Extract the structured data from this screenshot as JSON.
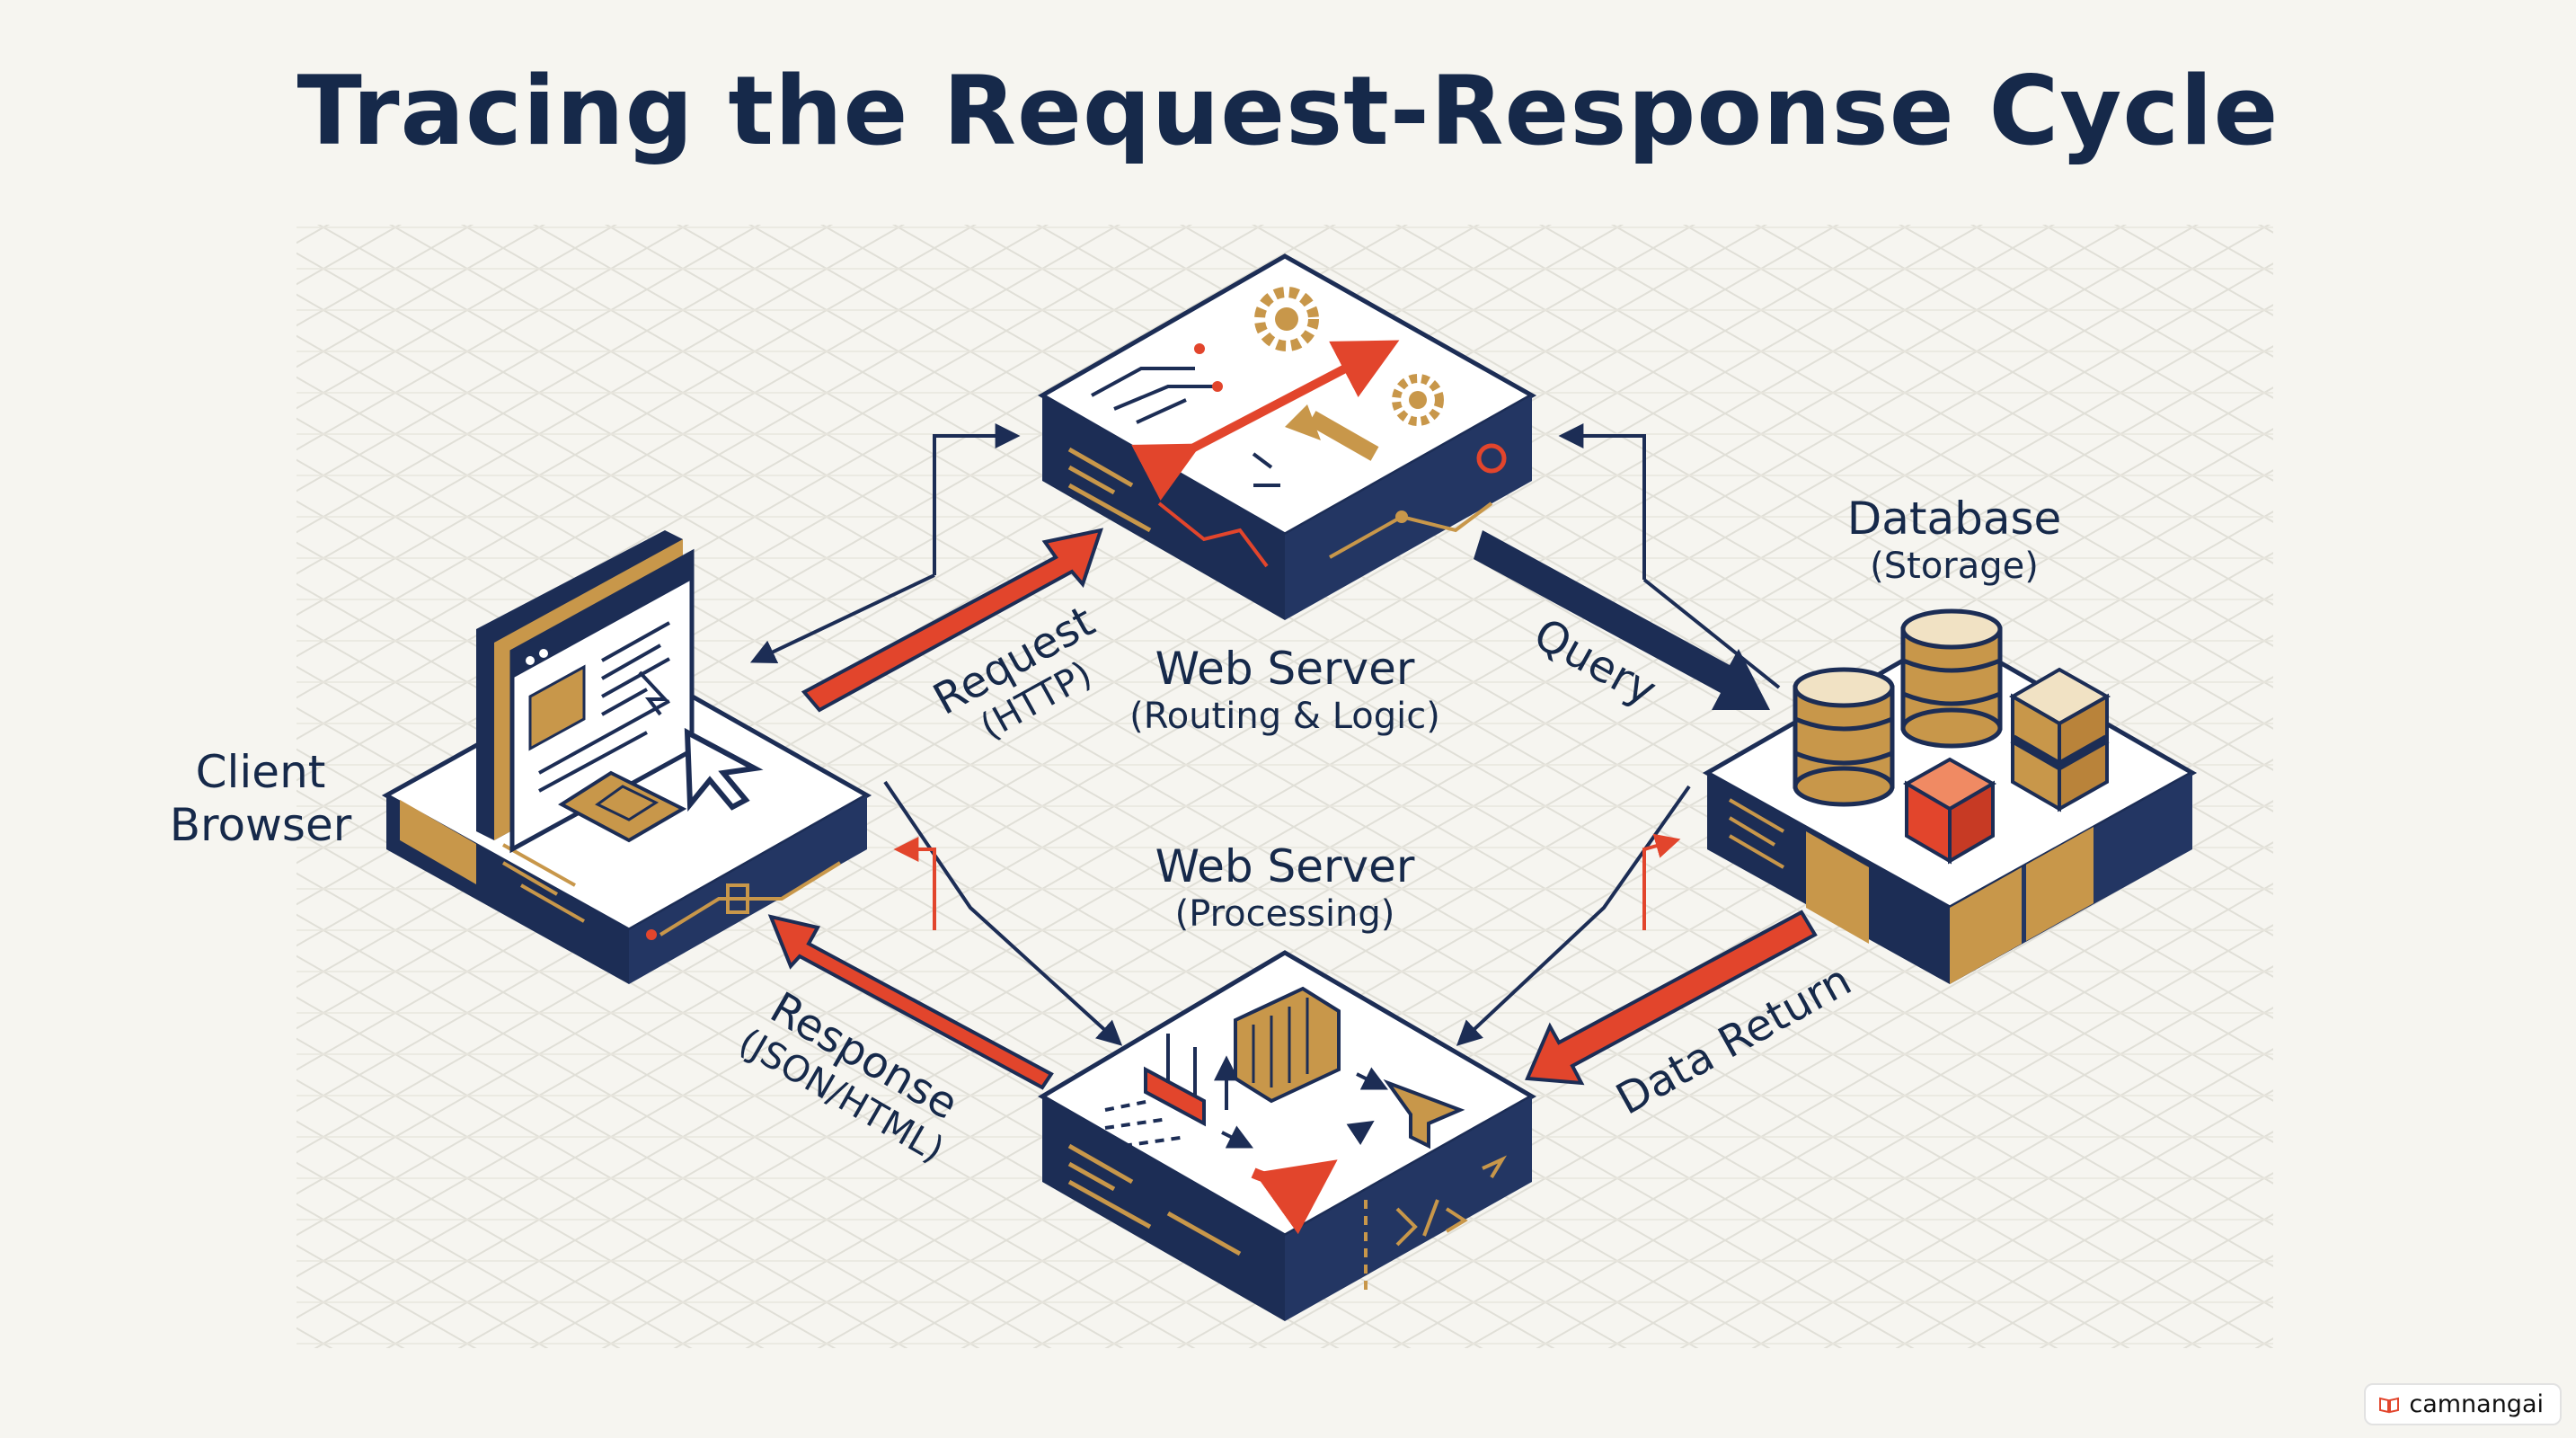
{
  "title": "Tracing the Request-Response Cycle",
  "nodes": {
    "client": {
      "line1": "Client",
      "line2": "Browser"
    },
    "web_server_top": {
      "name": "Web Server",
      "detail": "(Routing & Logic)"
    },
    "web_server_bottom": {
      "name": "Web Server",
      "detail": "(Processing)"
    },
    "database": {
      "name": "Database",
      "detail": "(Storage)"
    }
  },
  "flows": {
    "request": {
      "label": "Request",
      "detail": "(HTTP)"
    },
    "query": {
      "label": "Query"
    },
    "data_return": {
      "label": "Data Return"
    },
    "response": {
      "label": "Response",
      "detail": "(JSON/HTML)"
    }
  },
  "watermark": {
    "text": "camnangai",
    "icon": "book-icon"
  },
  "colors": {
    "navy": "#1c2d55",
    "gold": "#c8974a",
    "red": "#e2452c",
    "background": "#f6f5f0"
  }
}
